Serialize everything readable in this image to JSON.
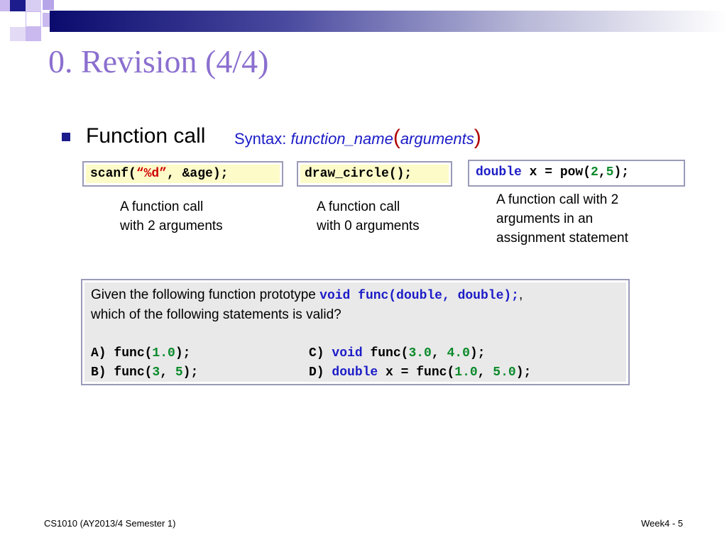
{
  "title": "0. Revision (4/4)",
  "bullet": {
    "heading": "Function call",
    "syntax_label": "Syntax: ",
    "syntax_name": "function_name",
    "syntax_open": "(",
    "syntax_args": "arguments",
    "syntax_close": ")"
  },
  "examples": [
    {
      "code": {
        "p1": "scanf(",
        "str": "“%d”",
        "p2": ", &age);"
      },
      "caption_lines": [
        "A function call",
        "with 2 arguments"
      ]
    },
    {
      "code": {
        "p1": "draw_circle();"
      },
      "caption_lines": [
        "A function call",
        "with 0 arguments"
      ]
    },
    {
      "code": {
        "kw": "double",
        "p1": " x = pow(",
        "n1": "2",
        "comma": ",",
        "n2": "5",
        "p2": ");"
      },
      "caption_lines": [
        "A function call with 2",
        "arguments in an",
        "assignment statement"
      ]
    }
  ],
  "question": {
    "prefix": "Given the following function prototype ",
    "prototype": "void func(double, double);",
    "suffix": ",",
    "line2": "which of the following statements is valid?",
    "options": {
      "A": {
        "label": "A)",
        "p1": " func(",
        "n1": "1.0",
        "p2": ");"
      },
      "B": {
        "label": "B)",
        "p1": " func(",
        "n1": "3",
        "c": ", ",
        "n2": "5",
        "p2": ");"
      },
      "C": {
        "label": "C)",
        "kw": "void",
        "p1": " func(",
        "n1": "3.0",
        "c": ", ",
        "n2": "4.0",
        "p2": ");"
      },
      "D": {
        "label": "D)",
        "kw": "double",
        "p1": " x = func(",
        "n1": "1.0",
        "c": ", ",
        "n2": "5.0",
        "p2": ");"
      }
    }
  },
  "footer": {
    "left": "CS1010 (AY2013/4 Semester 1)",
    "right": "Week4 - 5"
  },
  "colors": {
    "title": "#8b6fcf",
    "code_bg": "#fdfbc8",
    "keyword": "#1c1cc8",
    "string": "#d00000",
    "number": "#0a8a2a",
    "question_bg": "#e9e9e9"
  }
}
